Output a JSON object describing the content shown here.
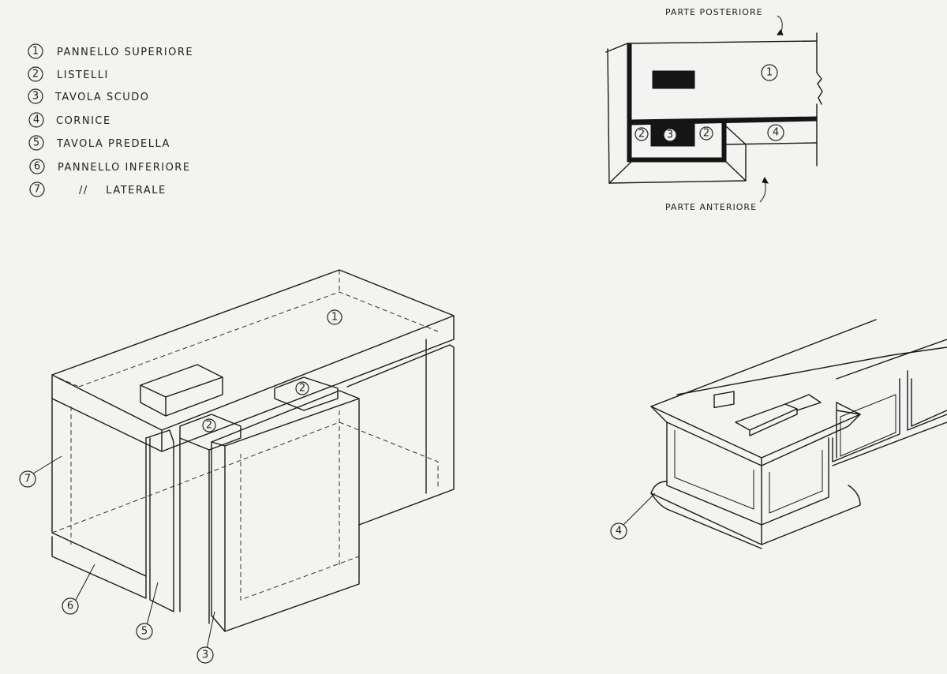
{
  "legend": [
    {
      "num": "1",
      "label": "PANNELLO SUPERIORE"
    },
    {
      "num": "2",
      "label": "LISTELLI"
    },
    {
      "num": "3",
      "label": "TAVOLA SCUDO"
    },
    {
      "num": "4",
      "label": "CORNICE"
    },
    {
      "num": "5",
      "label": "TAVOLA PREDELLA"
    },
    {
      "num": "6",
      "label": "PANNELLO INFERIORE"
    },
    {
      "num": "7",
      "label": "//    LATERALE"
    }
  ],
  "plan_view": {
    "rear_label": "PARTE POSTERIORE",
    "front_label": "PARTE ANTERIORE",
    "markers": [
      "1",
      "2",
      "3",
      "2",
      "4"
    ]
  },
  "isometric_view": {
    "markers": [
      "1",
      "2",
      "2",
      "7",
      "6",
      "5",
      "3"
    ]
  },
  "cornice_detail": {
    "markers": [
      "4"
    ]
  }
}
